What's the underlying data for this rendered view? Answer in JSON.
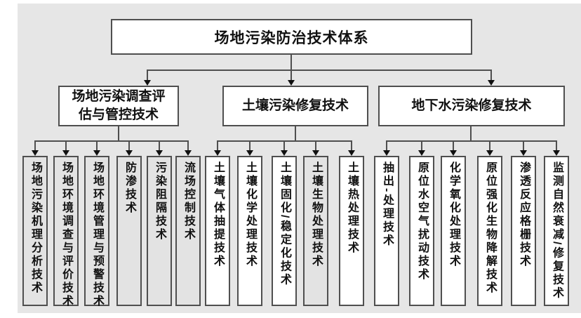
{
  "root": {
    "label": "场地污染防治技术体系"
  },
  "branches": [
    {
      "label": "场地污染调查评估与管控技术",
      "items": [
        {
          "label": "场地污染机理分析技术",
          "shaded": true
        },
        {
          "label": "场地环境调查与评价技术",
          "shaded": true
        },
        {
          "label": "场地环境管理与预警技术",
          "shaded": true
        },
        {
          "label": "防渗技术",
          "shaded": true
        },
        {
          "label": "污染阻隔技术",
          "shaded": true
        },
        {
          "label": "流场控制技术",
          "shaded": true
        }
      ]
    },
    {
      "label": "土壤污染修复技术",
      "items": [
        {
          "label": "土壤气体抽提技术",
          "shaded": false
        },
        {
          "label": "土壤化学处理技术",
          "shaded": false
        },
        {
          "label": "土壤固化/稳定化技术",
          "shaded": false
        },
        {
          "label": "土壤生物处理技术",
          "shaded": true
        },
        {
          "label": "土壤热处理技术",
          "shaded": false
        }
      ]
    },
    {
      "label": "地下水污染修复技术",
      "items": [
        {
          "label": "抽出-处理技术",
          "shaded": false
        },
        {
          "label": "原位水空气扰动技术",
          "shaded": false
        },
        {
          "label": "化学氧化处理技术",
          "shaded": false
        },
        {
          "label": "原位强化生物降解技术",
          "shaded": false
        },
        {
          "label": "渗透反应格栅技术",
          "shaded": false
        },
        {
          "label": "监测自然衰减/修复技术",
          "shaded": false
        }
      ]
    }
  ],
  "colors": {
    "background": "#e6e6e6",
    "node_fill": "#ffffff",
    "node_fill_shaded": "#e3e3e3",
    "node_border": "#4f4f4f",
    "connector": "#4f4f4f",
    "arrowhead": "#111111",
    "text": "#111111"
  }
}
